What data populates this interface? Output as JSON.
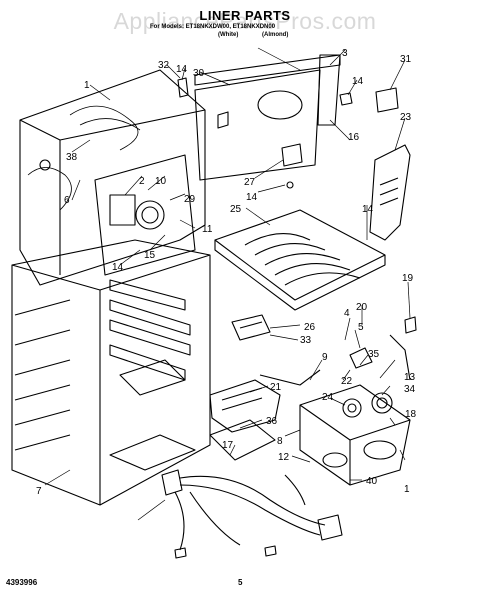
{
  "title": "LINER PARTS",
  "models": "For Models: ET18NKXDW00, ET18NKXDN00",
  "color_left": "(White)",
  "color_right": "(Almond)",
  "watermark": "AppliancePartsPros.com",
  "doc_number": "4393996",
  "page_number": "5",
  "callouts": [
    "1",
    "3",
    "31",
    "32",
    "14",
    "30",
    "14",
    "38",
    "6",
    "16",
    "23",
    "2",
    "10",
    "27",
    "29",
    "11",
    "14",
    "25",
    "14",
    "15",
    "14",
    "19",
    "20",
    "4",
    "5",
    "26",
    "33",
    "9",
    "35",
    "13",
    "22",
    "24",
    "34",
    "21",
    "36",
    "8",
    "18",
    "12",
    "40",
    "17",
    "1",
    "7"
  ]
}
